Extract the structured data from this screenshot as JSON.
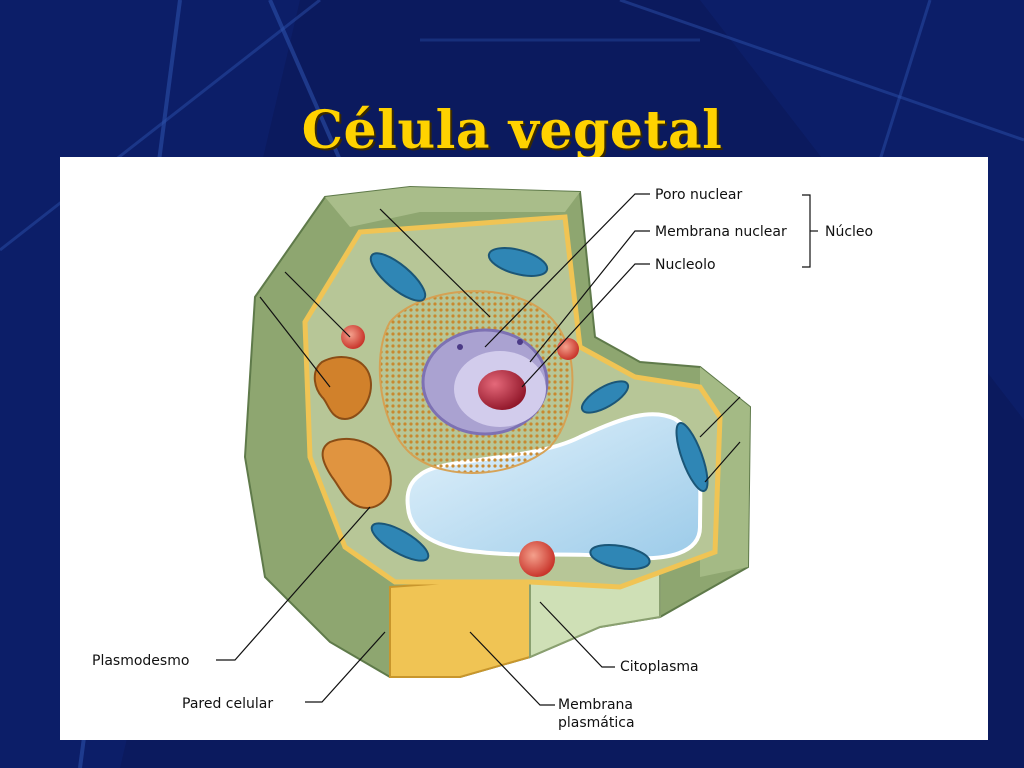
{
  "slide": {
    "title": "Célula vegetal"
  },
  "diagram": {
    "labels": {
      "poro_nuclear": "Poro nuclear",
      "membrana_nuclear": "Membrana nuclear",
      "nucleolo": "Nucleolo",
      "nucleo": "Núcleo",
      "plasmodesmo": "Plasmodesmo",
      "pared_celular": "Pared celular",
      "citoplasma": "Citoplasma",
      "membrana_plasmatica_1": "Membrana",
      "membrana_plasmatica_2": "plasmática"
    }
  },
  "colors": {
    "background": "#0b1a5e",
    "title": "#ffd200",
    "panel": "#ffffff",
    "cell_wall": "#8fa772",
    "cytoplasm": "#b9c79a",
    "vacuole": "#bfe0f4",
    "mitochondria": "#2f86b5",
    "golgi": "#d8822a",
    "nucleus": "#9f95c9",
    "nucleolus": "#b0243a"
  }
}
